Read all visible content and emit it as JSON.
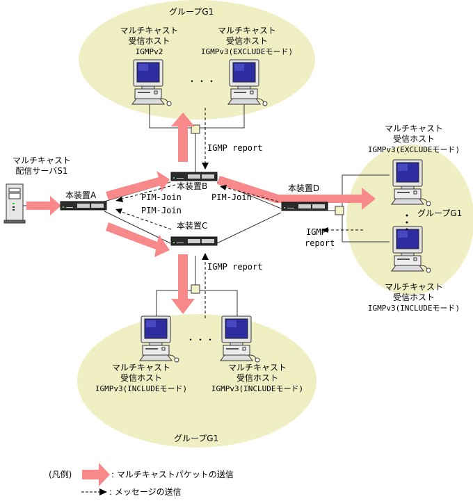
{
  "colors": {
    "group_fill": "#f0efc3",
    "multicast_arrow": "#f7898a",
    "line": "#333333",
    "hub_fill": "#f2f2c8",
    "screen": "#2e2e9e"
  },
  "groups": {
    "top": {
      "label": "グループG1"
    },
    "right": {
      "label": "グループG1"
    },
    "bottom": {
      "label": "グループG1"
    }
  },
  "hosts": {
    "top_left": {
      "line1": "マルチキャスト",
      "line2": "受信ホスト",
      "line3": "IGMPv2"
    },
    "top_right": {
      "line1": "マルチキャスト",
      "line2": "受信ホスト",
      "line3": "IGMPv3(EXCLUDEモード)"
    },
    "right_top": {
      "line1": "マルチキャスト",
      "line2": "受信ホスト",
      "line3": "IGMPv3(EXCLUDEモード)"
    },
    "right_bottom": {
      "line1": "マルチキャスト",
      "line2": "受信ホスト",
      "line3": "IGMPv3(INCLUDEモード)"
    },
    "bottom_left": {
      "line1": "マルチキャスト",
      "line2": "受信ホスト",
      "line3": "IGMPv3(INCLUDEモード)"
    },
    "bottom_right": {
      "line1": "マルチキャスト",
      "line2": "受信ホスト",
      "line3": "IGMPv3(INCLUDEモード)"
    }
  },
  "server": {
    "line1": "マルチキャスト",
    "line2": "配信サーバS1"
  },
  "switches": {
    "a": "本装置A",
    "b": "本装置B",
    "c": "本装置C",
    "d": "本装置D"
  },
  "messages": {
    "igmp_top": "IGMP report",
    "igmp_bottom": "IGMP report",
    "igmp_right_1": "IGMP",
    "igmp_right_2": "report",
    "pim_b_a": "PIM-Join",
    "pim_d_b": "PIM-Join",
    "pim_c_a": "PIM-Join"
  },
  "ellipsis": "・・・",
  "legend": {
    "prefix": "(凡例)",
    "multicast": ": マルチキャストパケットの送信",
    "message": ": メッセージの送信"
  }
}
